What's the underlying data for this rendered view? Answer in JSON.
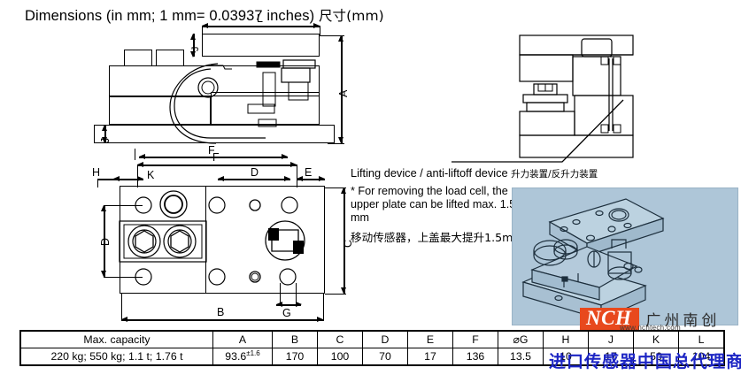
{
  "title": {
    "text": "Dimensions (in mm; 1 mm= 0.03937 inches)",
    "cjk": "尺寸(mm)"
  },
  "annotation": {
    "heading_en": "Lifting device / anti-liftoff device",
    "heading_cn": "升力装置/反升力装置",
    "body_en": "* For removing the load cell, the upper plate can be lifted max. 1.5 mm",
    "body_cn": "移动传感器，上盖最大提升1.5mm"
  },
  "dimension_labels": {
    "L": "L",
    "A": "A",
    "J": "J",
    "F": "F",
    "H": "H",
    "K": "K",
    "D": "D",
    "E": "E",
    "B": "B",
    "G": "G",
    "C": "C",
    "D2": "D"
  },
  "logo": {
    "mark": "NCH",
    "company_cn": "广州南创",
    "url": "www.nchtech.com"
  },
  "watermark": {
    "text": "进口传感器中国总代理商"
  },
  "spec_table": {
    "headers": [
      "Max. capacity",
      "A",
      "B",
      "C",
      "D",
      "E",
      "F",
      "⌀G",
      "H",
      "J",
      "K",
      "L"
    ],
    "values": [
      "220 kg; 550 kg; 1.1 t; 1.76 t",
      "93.6",
      "170",
      "100",
      "70",
      "17",
      "136",
      "13.5",
      "10",
      "17",
      "50",
      "104"
    ],
    "a_tolerance": "±1.6"
  },
  "colors": {
    "logo_orange": "#e8491d",
    "watermark_blue": "#1c25c4",
    "photo_bg": "#aec6d8",
    "line": "#000000"
  }
}
